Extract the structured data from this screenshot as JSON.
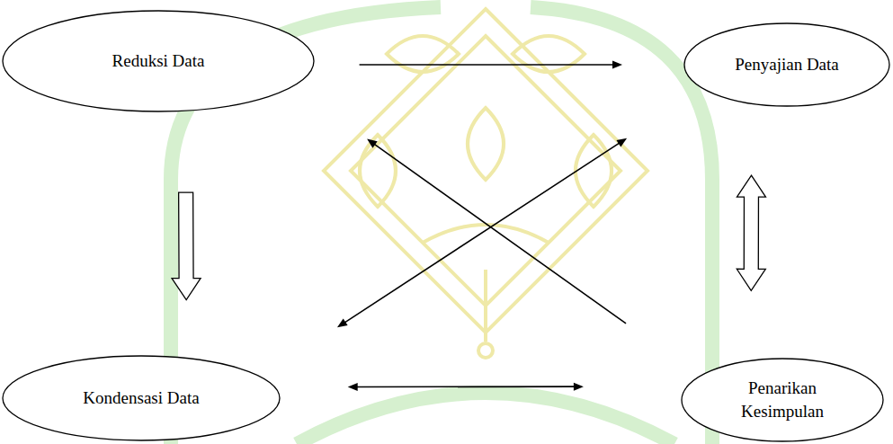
{
  "diagram": {
    "nodes": [
      {
        "text": [
          "Reduksi Data"
        ]
      },
      {
        "text": [
          "Penyajian Data"
        ]
      },
      {
        "text": [
          "Kondensasi Data"
        ]
      },
      {
        "text": [
          "Penarikan Kesimpulan"
        ]
      }
    ],
    "edges": [
      {
        "from": 0,
        "to": 1,
        "arrow": "to"
      },
      {
        "from": 0,
        "to": 2,
        "arrow": "to"
      },
      {
        "from": 1,
        "to": 3,
        "arrow": "both"
      },
      {
        "from": 2,
        "to": 3,
        "arrow": "both"
      },
      {
        "from": 3,
        "to": 0,
        "arrow": "to"
      },
      {
        "from": 1,
        "to": 2,
        "arrow": "both"
      }
    ]
  }
}
